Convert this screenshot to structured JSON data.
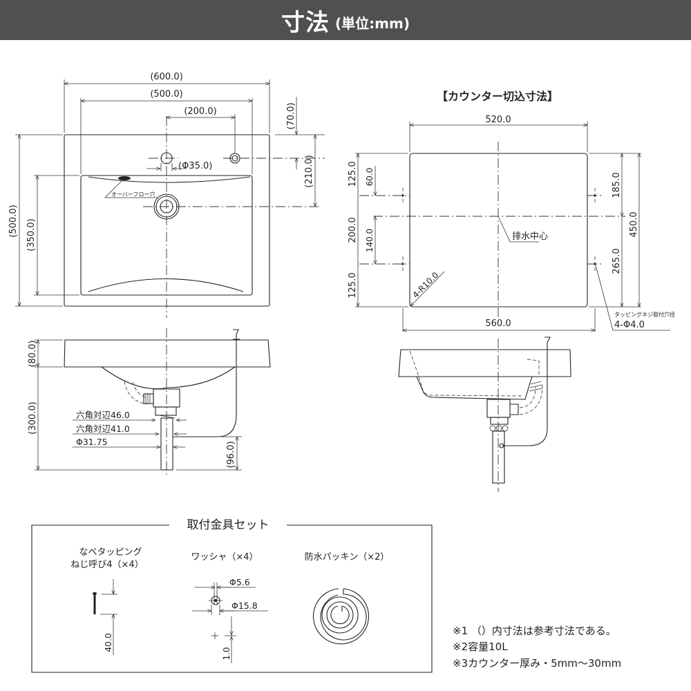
{
  "header": {
    "title": "寸法",
    "unit": "(単位:mm)",
    "background": "#505050"
  },
  "top_view": {
    "dims": {
      "overall_width": "(600.0)",
      "bowl_width": "(500.0)",
      "faucet_offset": "(200.0)",
      "faucet_hole_dia": "(Φ35.0)",
      "top_to_faucet": "(70.0)",
      "top_to_drain": "(210.0)",
      "overall_depth": "(500.0)",
      "bowl_depth": "(350.0)"
    },
    "overflow_label": "オーバーフロー穴"
  },
  "cutout_view": {
    "title": "【カウンター切込寸法】",
    "dims": {
      "top_width": "520.0",
      "bottom_width": "560.0",
      "left_top": "125.0",
      "left_mid": "200.0",
      "left_bottom": "125.0",
      "inner_60": "60.0",
      "inner_140": "140.0",
      "right_185": "185.0",
      "right_265": "265.0",
      "right_450": "450.0",
      "corner_radius": "4-R10.0"
    },
    "drain_center_label": "排水中心",
    "screw_hole_label": "タッピングネジ取付穴径",
    "screw_hole_dim": "4-Φ4.0"
  },
  "side_view": {
    "dims": {
      "rim_height": "(80.0)",
      "below_height": "(300.0)",
      "hose_height": "(96.0)"
    },
    "hex_46": "六角対辺46.0",
    "hex_41": "六角対辺41.0",
    "pipe_dia": "Φ31.75"
  },
  "hardware_set": {
    "title": "取付金具セット",
    "items": [
      {
        "name_line1": "なべタッピング",
        "name_line2": "ねじ呼び4（×4）",
        "dims": [
          "40.0"
        ]
      },
      {
        "name_line1": "ワッシャ（×4）",
        "dims": [
          "Φ5.6",
          "Φ15.8",
          "1.0"
        ]
      },
      {
        "name_line1": "防水パッキン（×2）"
      }
    ]
  },
  "notes": [
    "※1 （）内寸法は参考寸法である。",
    "※2容量10L",
    "※3カウンター厚み・5mm〜30mm"
  ]
}
